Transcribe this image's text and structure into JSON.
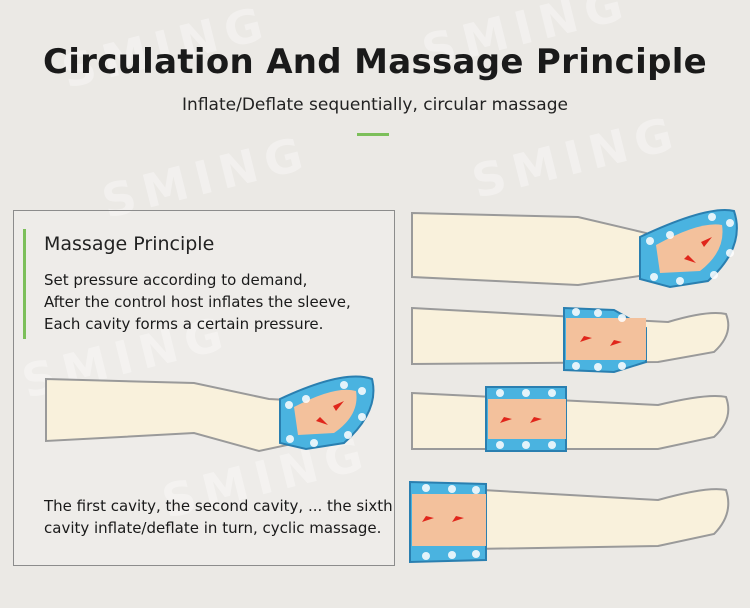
{
  "watermark": "SMING",
  "header": {
    "title": "Circulation And Massage Principle",
    "subtitle": "Inflate/Deflate sequentially, circular massage"
  },
  "panel": {
    "heading": "Massage Principle",
    "lines": [
      "Set pressure according to demand,",
      "After the control host inflates the sleeve,",
      "Each cavity forms a certain pressure."
    ],
    "footer_lines": [
      "The first cavity, the second cavity, ... the sixth",
      "cavity inflate/deflate in turn, cyclic massage."
    ]
  },
  "colors": {
    "accent": "#7cbf5a",
    "sleeve_blue": "#4ab3e0",
    "pressure_zone": "#f3c19c",
    "arrow_red": "#e0261b",
    "leg_fill": "#f9f1dc"
  }
}
